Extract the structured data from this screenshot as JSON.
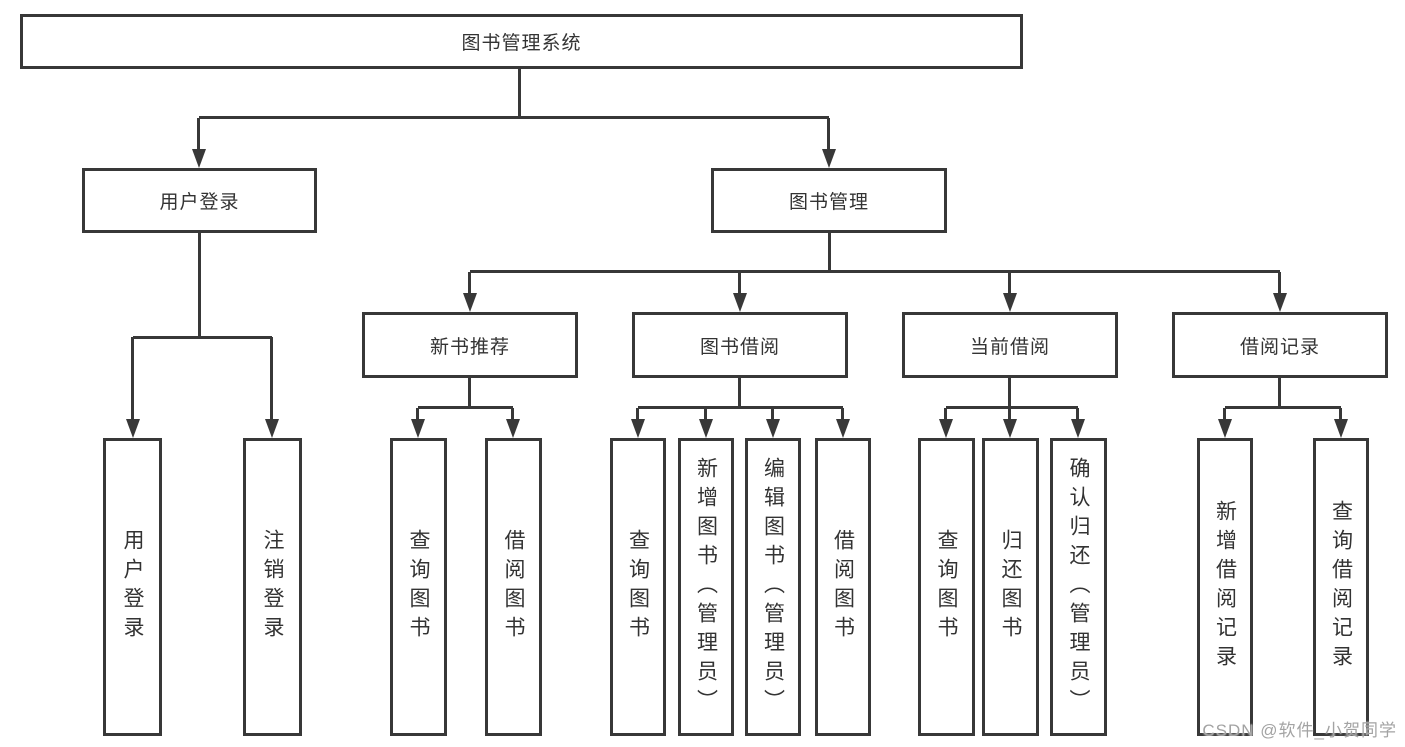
{
  "colors": {
    "line": "#383838",
    "text": "#333333",
    "watermark": "#a3a3a3",
    "background": "#ffffff"
  },
  "nodes": {
    "root": "图书管理系统",
    "level2": [
      {
        "label": "用户登录",
        "children": [
          "用户登录",
          "注销登录"
        ]
      },
      {
        "label": "图书管理"
      }
    ],
    "level3": [
      {
        "label": "新书推荐",
        "children": [
          "查询图书",
          "借阅图书"
        ]
      },
      {
        "label": "图书借阅",
        "children": [
          "查询图书",
          "新增图书（管理员）",
          "编辑图书（管理员）",
          "借阅图书"
        ]
      },
      {
        "label": "当前借阅",
        "children": [
          "查询图书",
          "归还图书",
          "确认归还（管理员）"
        ]
      },
      {
        "label": "借阅记录",
        "children": [
          "新增借阅记录",
          "查询借阅记录"
        ]
      }
    ]
  },
  "watermark": "CSDN @软件_小贺同学"
}
